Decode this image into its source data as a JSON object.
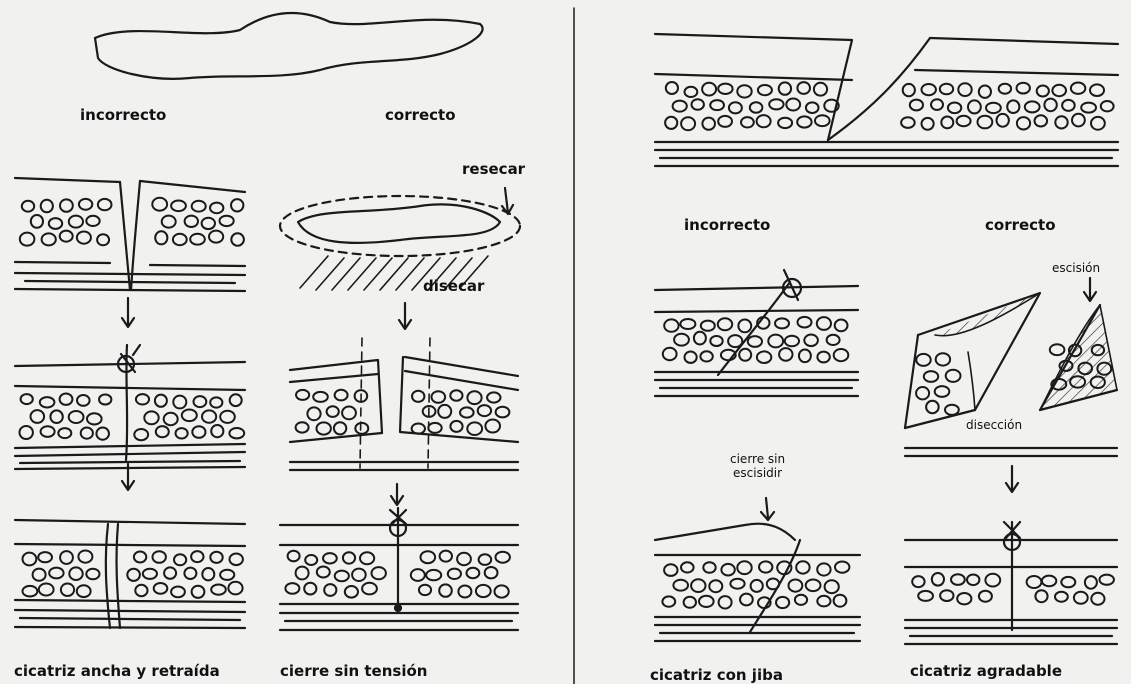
{
  "left_panel": {
    "top_incorrect": "incorrecto",
    "top_correct": "correcto",
    "resecar": "resecar",
    "disecar": "disecar",
    "bottom_left": "cicatriz ancha y retraída",
    "bottom_right": "cierre sin tensión"
  },
  "right_panel": {
    "incorrect": "incorrecto",
    "correct": "correcto",
    "escision": "escisión",
    "diseccion": "disección",
    "closure_note_line1": "cierre sin",
    "closure_note_line2": "escisidir",
    "bottom_left": "cicatriz con jiba",
    "bottom_right": "cicatriz agradable"
  }
}
